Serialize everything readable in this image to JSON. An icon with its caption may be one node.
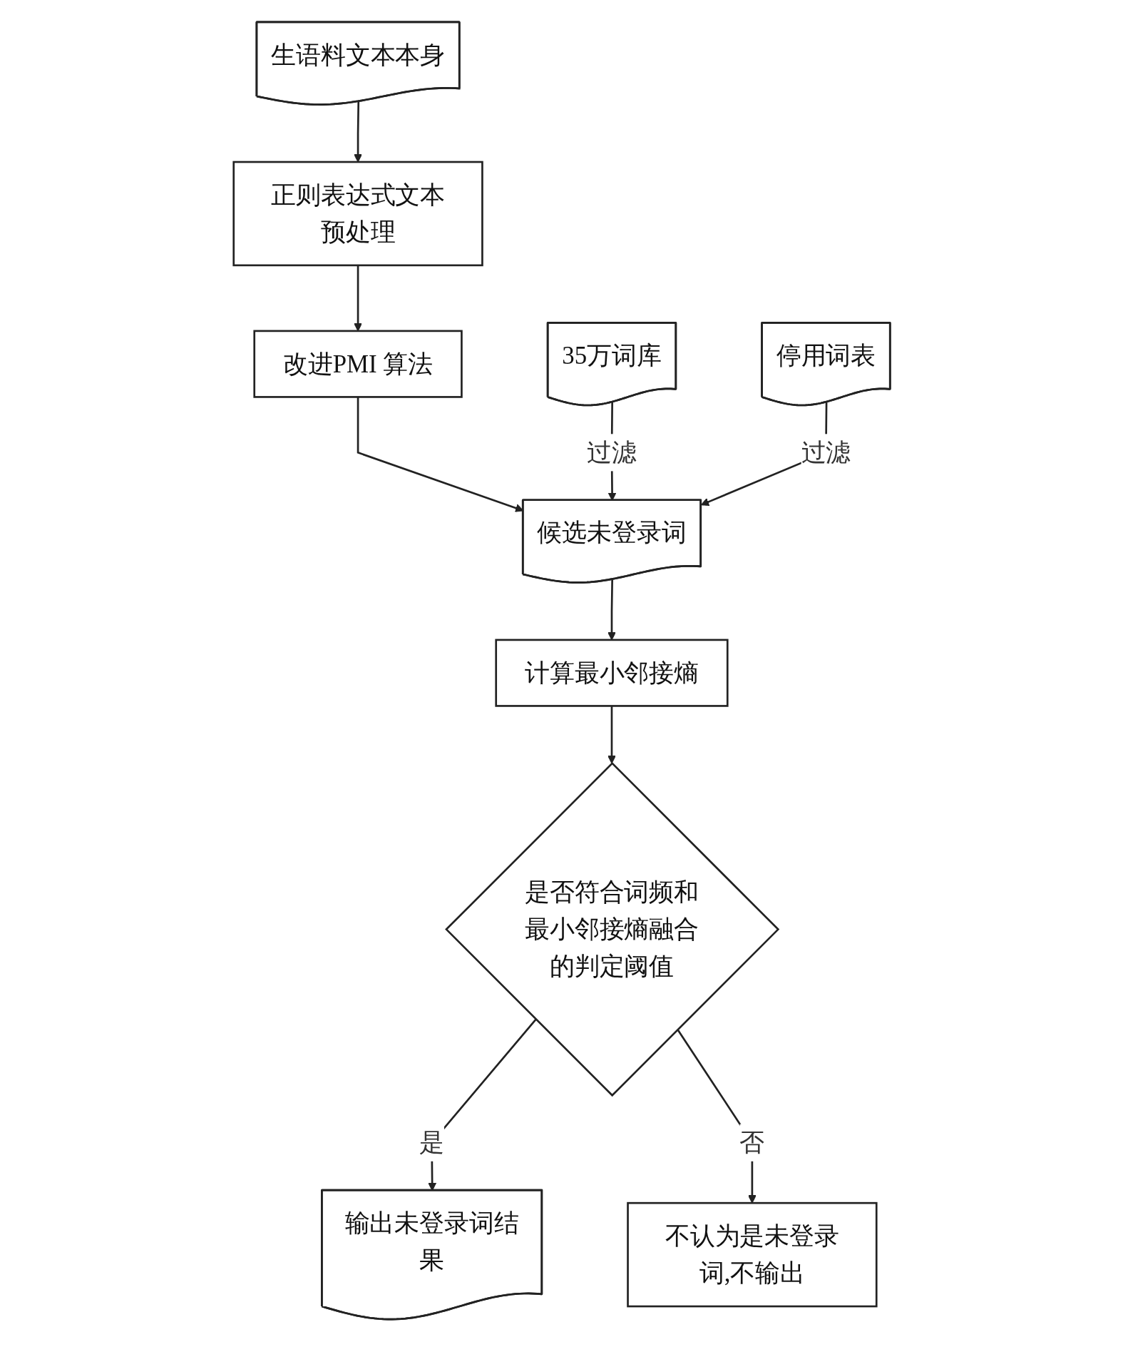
{
  "diagram": {
    "nodes": [
      {
        "text": [
          "生语料文本本身"
        ]
      },
      {
        "text": [
          "正则表达式文本预处理"
        ]
      },
      {
        "text": [
          "改进PMI 算法"
        ]
      },
      {
        "text": [
          "35万词库"
        ]
      },
      {
        "text": [
          "停用词表"
        ]
      },
      {
        "text": [
          "候选未登录词"
        ]
      },
      {
        "text": [
          "计算最小邻接熵"
        ]
      },
      {
        "text": [
          "是否符合词频和最小邻接熵融合的判定阈值"
        ]
      },
      {
        "text": [
          "输出未登录词结果"
        ]
      },
      {
        "text": [
          "不认为是未登录词,不输出"
        ]
      }
    ],
    "edges": [
      {
        "from": 0,
        "to": 1,
        "arrow": "to"
      },
      {
        "from": 1,
        "to": 2,
        "arrow": "to"
      },
      {
        "from": 2,
        "to": 5,
        "arrow": "to"
      },
      {
        "from": 3,
        "to": 5,
        "arrow": "to",
        "label": "过滤"
      },
      {
        "from": 4,
        "to": 5,
        "arrow": "to",
        "label": "过滤"
      },
      {
        "from": 5,
        "to": 6,
        "arrow": "to"
      },
      {
        "from": 6,
        "to": 7,
        "arrow": "to"
      },
      {
        "from": 7,
        "to": 8,
        "arrow": "to",
        "label": "是"
      },
      {
        "from": 7,
        "to": 9,
        "arrow": "to",
        "label": "否"
      }
    ]
  }
}
